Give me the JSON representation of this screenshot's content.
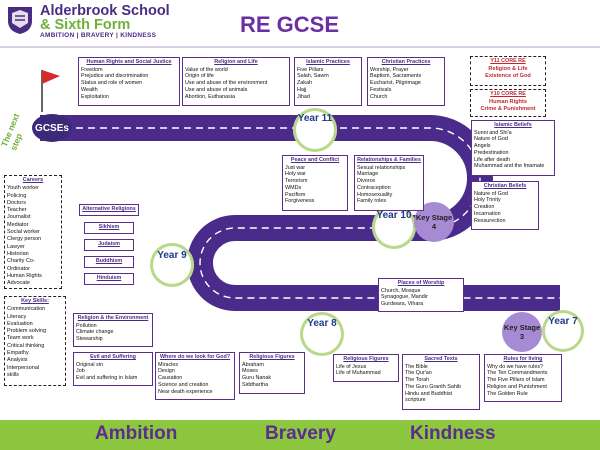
{
  "header": {
    "school_line1": "Alderbrook School",
    "school_line2": "& Sixth Form",
    "tagline": "AMBITION | BRAVERY | KINDNESS",
    "title": "RE GCSE"
  },
  "road": {
    "gcses": "GCSEs",
    "next_step": "The next step",
    "year11": "Year 11",
    "year10": "Year 10",
    "year9": "Year 9",
    "year8": "Year 8",
    "year7": "Year 7",
    "ks4": "Key Stage 4",
    "ks3": "Key Stage 3"
  },
  "boxes": {
    "human_rights": {
      "heading": "Human Rights and Social Justice",
      "items": [
        "Freedom",
        "Prejudice and discrimination",
        "Status and role of women",
        "Wealth",
        "Exploitation"
      ]
    },
    "religion_life": {
      "heading": "Religion and Life",
      "items": [
        "Value of the world",
        "Origin of life",
        "Use and abuse of the environment",
        "Use and abuse of animals",
        "Abortion, Euthanasia"
      ]
    },
    "islamic_practices": {
      "heading": "Islamic Practices",
      "items": [
        "Five Pillars",
        "Salah, Sawm",
        "Zakah",
        "Hajj",
        "Jihad"
      ]
    },
    "christian_practices": {
      "heading": "Christian Practices",
      "items": [
        "Worship, Prayer",
        "Baptism, Sacraments",
        "Eucharist, Pilgrimage",
        "Festivals",
        "Church"
      ]
    },
    "y11_core": {
      "heading": "Y11 CORE RE",
      "items": [
        "Religion & Life",
        "Existence of God"
      ]
    },
    "y10_core": {
      "heading": "Y10 CORE RE",
      "items": [
        "Human Rights",
        "Crime & Punishment"
      ]
    },
    "islamic_beliefs": {
      "heading": "Islamic Beliefs",
      "items": [
        "Sunni and Shi'a",
        "Nature of God",
        "Angels",
        "Predestination",
        "Life after death",
        "Muhammad and the Imamate"
      ]
    },
    "christian_beliefs": {
      "heading": "Christian Beliefs",
      "items": [
        "Nature of God",
        "Holy Trinity",
        "Creation",
        "Incarnation",
        "Ressurection"
      ]
    },
    "peace_conflict": {
      "heading": "Peace and Conflict",
      "items": [
        "Just war",
        "Holy war",
        "Terrorism",
        "WMDs",
        "Pacifism",
        "Forgiveness"
      ]
    },
    "relationships": {
      "heading": "Relationships & Families",
      "items": [
        "Sexual relationships",
        "Marriage",
        "Divorce",
        "Contraception",
        "Homosexuality",
        "Family roles"
      ]
    },
    "alt_religions": {
      "heading": "Alternative Religions",
      "items": []
    },
    "sikhism": {
      "heading": "Sikhism",
      "items": []
    },
    "judaism": {
      "heading": "Judaism",
      "items": []
    },
    "buddhism": {
      "heading": "Buddhism",
      "items": []
    },
    "hinduism": {
      "heading": "Hinduism",
      "items": []
    },
    "places_worship": {
      "heading": "Places of Worship",
      "items": [
        "Church, Mosque",
        "Synagogue, Mandir",
        "Gurdwara, Vihara"
      ]
    },
    "religion_env": {
      "heading": "Religion & the Environment",
      "items": [
        "Pollution",
        "Climate change",
        "Stewarship"
      ]
    },
    "evil_suffering": {
      "heading": "Evil and Suffering",
      "items": [
        "Original sin",
        "Job",
        "Evil and suffering in Islam"
      ]
    },
    "where_god": {
      "heading": "Where do we look for God?",
      "items": [
        "Miracles",
        "Design",
        "Causation",
        "Science and creation",
        "Near death experience"
      ]
    },
    "religious_figures1": {
      "heading": "Religious Figures",
      "items": [
        "Abraham",
        "Moses",
        "Guru Nanak",
        "Siddhartha"
      ]
    },
    "religious_figures2": {
      "heading": "Religious Figures",
      "items": [
        "Life of Jesus",
        "Life of Muhammad"
      ]
    },
    "sacred_texts": {
      "heading": "Sacred Texts",
      "items": [
        "The Bible",
        "The Qur'an",
        "The Torah",
        "The Guru Granth Sahib",
        "Hindu and Buddhist",
        "scripture"
      ]
    },
    "rules_living": {
      "heading": "Rules for living",
      "items": [
        "Why do we have rules?",
        "The Ten Commandments",
        "The Five Pillars of Islam",
        "Religion and Punishment",
        "The Golden Rule"
      ]
    },
    "careers": {
      "heading": "Careers",
      "items": [
        "Youth worker",
        "Policing",
        "Doctors",
        "Teacher",
        "Journalist",
        "Mediator",
        "Social worker",
        "Clergy person",
        "Lawyer",
        "Historian",
        "Charity Co-",
        "Ordinator",
        "Human Rights",
        "Advocate"
      ]
    },
    "key_skills": {
      "heading": "Key Skills:",
      "items": [
        "Communication",
        "Literacy",
        "Evaluation",
        "Problem solving",
        "Team work",
        "Critical thinking",
        "Empathy",
        "Analysis",
        "Interpersonal",
        "skills"
      ]
    }
  },
  "footer": {
    "word1": "Ambition",
    "word2": "Bravery",
    "word3": "Kindness"
  },
  "colors": {
    "road": "#4a2a8a",
    "brand_purple": "#6b2fa1",
    "brand_green": "#8dc63f",
    "core_red": "#c1272d"
  }
}
